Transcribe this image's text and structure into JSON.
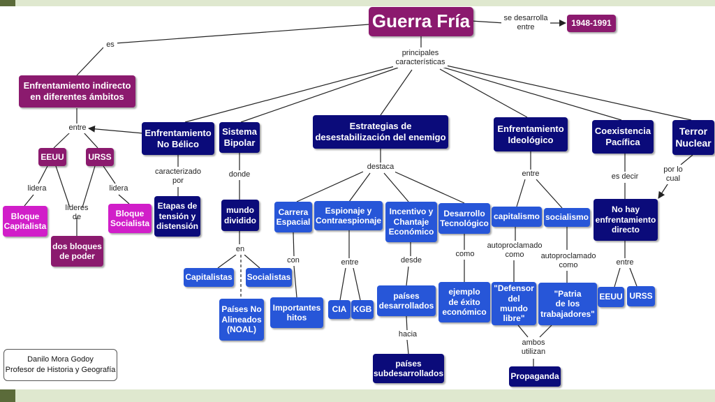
{
  "title": "Guerra Fría",
  "dates": "1948-1991",
  "links": {
    "se_desarrolla": "se desarrolla\nentre",
    "es": "es",
    "principales": "principales\ncaracterísticas",
    "entre_left": "entre",
    "lidera_left": "lidera",
    "lidera_right": "lidera",
    "lideres_de": "líderes de",
    "caracterizado": "caracterizado\npor",
    "donde": "donde",
    "en": "en",
    "destaca": "destaca",
    "con": "con",
    "entre_cia": "entre",
    "desde": "desde",
    "hacia": "hacia",
    "como_tec": "como",
    "entre_ideo": "entre",
    "autoproclamado_1": "autoproclamado\ncomo",
    "autoproclamado_2": "autoproclamado\ncomo",
    "ambos": "ambos\nutilizan",
    "es_decir": "es decir",
    "por_lo_cual": "por lo\ncual",
    "entre_coex": "entre"
  },
  "nodes": {
    "enfrentamiento_indirecto": "Enfrentamiento indirecto\nen diferentes ámbitos",
    "eeuu_left": "EEUU",
    "urss_left": "URSS",
    "bloque_capitalista": "Bloque\nCapitalista",
    "bloque_socialista": "Bloque\nSocialista",
    "dos_bloques": "dos bloques\nde poder",
    "enfrentamiento_no_belico": "Enfrentamiento\nNo Bélico",
    "etapas": "Etapas de\ntensión y\ndistensión",
    "sistema_bipolar": "Sistema\nBipolar",
    "mundo_dividido": "mundo\ndividido",
    "capitalistas": "Capitalistas",
    "socialistas": "Socialistas",
    "noal": "Países No\nAlineados\n(NOAL)",
    "estrategias": "Estrategias de\ndesestabilización del enemigo",
    "carrera": "Carrera\nEspacial",
    "importantes": "Importantes\nhitos",
    "espionaje": "Espionaje y\nContraespionaje",
    "cia": "CIA",
    "kgb": "KGB",
    "incentivo": "Incentivo y\nChantaje\nEconómico",
    "paises_desarrollados": "países\ndesarrollados",
    "paises_subdesarrollados": "países\nsubdesarrollados",
    "desarrollo_tec": "Desarrollo\nTecnológico",
    "ejemplo": "ejemplo\nde éxito\neconómico",
    "enfrentamiento_ideologico": "Enfrentamiento\nIdeológico",
    "capitalismo": "capitalismo",
    "socialismo": "socialismo",
    "defensor": "\"Defensor\ndel mundo\nlibre\"",
    "patria": "\"Patria\nde los\ntrabajadores\"",
    "propaganda": "Propaganda",
    "coexistencia": "Coexistencia\nPacífica",
    "no_hay": "No hay\nenfrentamiento\ndirecto",
    "eeuu_right": "EEUU",
    "urss_right": "URSS",
    "terror": "Terror\nNuclear"
  },
  "credit": "Danilo Mora Godoy\nProfesor de Historia y Geografía",
  "colors": {
    "navy": "#0b0b7a",
    "plum": "#8b1a6e",
    "blue": "#2756d8",
    "magenta": "#d11ec9",
    "band": "#dfe8cf"
  }
}
